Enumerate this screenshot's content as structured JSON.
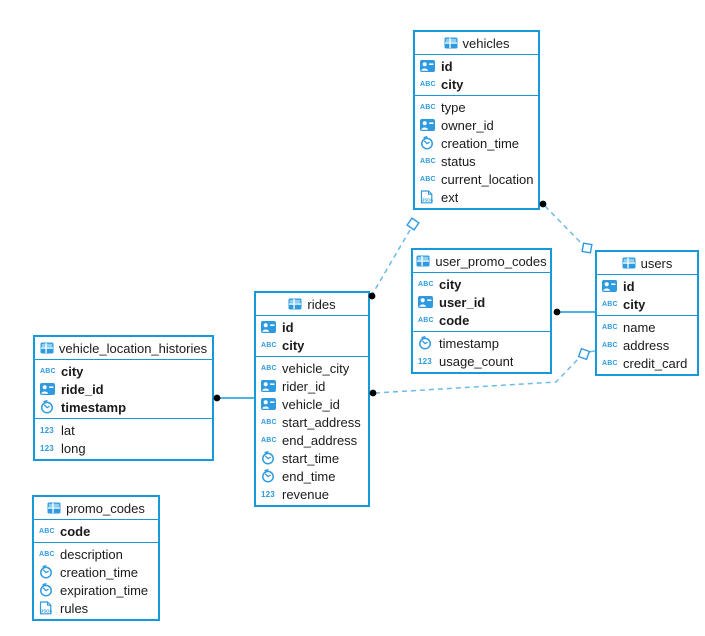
{
  "icons": {
    "text_glyph": "ABC",
    "number_glyph": "123"
  },
  "colors": {
    "table_border": "#1699d8",
    "icon_blue": "#2e9be0",
    "dashed_line": "#6cbbe8",
    "solid_line": "#1699d8",
    "endpoint_dot": "#000000"
  },
  "tables": [
    {
      "title": "vehicles",
      "key_fields": [
        {
          "name": "id",
          "type": "id"
        },
        {
          "name": "city",
          "type": "text"
        }
      ],
      "fields": [
        {
          "name": "type",
          "type": "text"
        },
        {
          "name": "owner_id",
          "type": "id"
        },
        {
          "name": "creation_time",
          "type": "time"
        },
        {
          "name": "status",
          "type": "text"
        },
        {
          "name": "current_location",
          "type": "text"
        },
        {
          "name": "ext",
          "type": "json"
        }
      ]
    },
    {
      "title": "user_promo_codes",
      "key_fields": [
        {
          "name": "city",
          "type": "text"
        },
        {
          "name": "user_id",
          "type": "id"
        },
        {
          "name": "code",
          "type": "text"
        }
      ],
      "fields": [
        {
          "name": "timestamp",
          "type": "time"
        },
        {
          "name": "usage_count",
          "type": "number"
        }
      ]
    },
    {
      "title": "users",
      "key_fields": [
        {
          "name": "id",
          "type": "id"
        },
        {
          "name": "city",
          "type": "text"
        }
      ],
      "fields": [
        {
          "name": "name",
          "type": "text"
        },
        {
          "name": "address",
          "type": "text"
        },
        {
          "name": "credit_card",
          "type": "text"
        }
      ]
    },
    {
      "title": "rides",
      "key_fields": [
        {
          "name": "id",
          "type": "id"
        },
        {
          "name": "city",
          "type": "text"
        }
      ],
      "fields": [
        {
          "name": "vehicle_city",
          "type": "text"
        },
        {
          "name": "rider_id",
          "type": "id"
        },
        {
          "name": "vehicle_id",
          "type": "id"
        },
        {
          "name": "start_address",
          "type": "text"
        },
        {
          "name": "end_address",
          "type": "text"
        },
        {
          "name": "start_time",
          "type": "time"
        },
        {
          "name": "end_time",
          "type": "time"
        },
        {
          "name": "revenue",
          "type": "number"
        }
      ]
    },
    {
      "title": "vehicle_location_histories",
      "key_fields": [
        {
          "name": "city",
          "type": "text"
        },
        {
          "name": "ride_id",
          "type": "id"
        },
        {
          "name": "timestamp",
          "type": "time"
        }
      ],
      "fields": [
        {
          "name": "lat",
          "type": "number"
        },
        {
          "name": "long",
          "type": "number"
        }
      ]
    },
    {
      "title": "promo_codes",
      "key_fields": [
        {
          "name": "code",
          "type": "text"
        }
      ],
      "fields": [
        {
          "name": "description",
          "type": "text"
        },
        {
          "name": "creation_time",
          "type": "time"
        },
        {
          "name": "expiration_time",
          "type": "time"
        },
        {
          "name": "rules",
          "type": "json"
        }
      ]
    }
  ],
  "relations": [
    {
      "from": "vehicle_location_histories",
      "to": "rides",
      "style": "solid"
    },
    {
      "from": "user_promo_codes",
      "to": "users",
      "style": "solid"
    },
    {
      "from": "vehicles",
      "to": "users",
      "style": "dashed"
    },
    {
      "from": "vehicles",
      "to": "rides",
      "style": "dashed"
    },
    {
      "from": "rides",
      "to": "users",
      "style": "dashed"
    }
  ]
}
